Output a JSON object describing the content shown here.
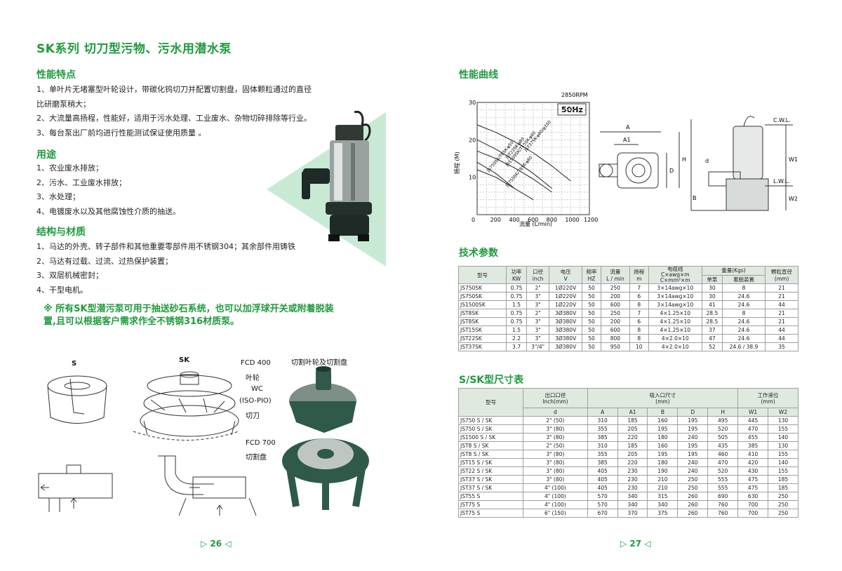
{
  "title": "SK系列  切刀型污物、污水用潜水泵",
  "features": {
    "heading": "性能特点",
    "items": [
      "1、单叶片无堵塞型叶轮设计，带碳化钨切刀并配置切割盘，固体颗粒通过的直径",
      "      比研磨泵稍大；",
      "2、大流量高扬程，性能好，适用于污水处理、工业废水、杂物切碎排除等行业。",
      "3、每台泵出厂前均进行性能测试保证使用质量  。"
    ]
  },
  "usage": {
    "heading": "用途",
    "items": [
      "1、农业废水排放；",
      "2、污水、工业废水排放；",
      "3、水处理；",
      "4、电镀废水以及其他腐蚀性介质的抽送。"
    ]
  },
  "structure": {
    "heading": "结构与材质",
    "items": [
      "1、马达的外壳、转子部件和其他重要零部件用不锈钢304；其余部件用铸铁",
      "2、马达有过载、过流、过热保护装置；",
      "3、双层机械密封；",
      "4、干型电机。"
    ]
  },
  "note": "※ 所有SK型潜污泵可用于抽送砂石系统，也可以加浮球开关或附着脱装\n    置,且可以根据客户需求作全不锈钢316材质泵。",
  "diagram_labels": {
    "s": "S",
    "sk": "SK",
    "fcd400": "FCD 400",
    "impeller": "叶轮",
    "wc": "WC",
    "isopio": "(ISO-PIO)",
    "cutter": "切刀",
    "fcd700": "FCD 700",
    "cutplate": "切割盘",
    "photo_caption": "切割叶轮及切割盘"
  },
  "page_left": "26",
  "page_right": "27",
  "curve": {
    "heading": "性能曲线",
    "rpm": "2850RPM",
    "hz": "50Hz",
    "ylabel": "扬程 (M)",
    "xlabel": "流量 (L/min)",
    "yticks": [
      "30",
      "20",
      "10"
    ],
    "xticks": [
      "0",
      "200",
      "400",
      "600",
      "800",
      "1000",
      "1200"
    ],
    "curve_labels": [
      "JST37SK-φ80/φ100",
      "JST22SK-φ80",
      "JS1500SK/T15SK-φ80",
      "JS750SK/T8SK-φ50",
      "JS750SK/T8SK-φ80"
    ]
  },
  "dims_labels": {
    "a": "A",
    "a1": "A1",
    "d": "D",
    "h": "H",
    "b": "B",
    "d_small": "d",
    "cwl": "C.W.L.",
    "lwl": "L.W.L.",
    "w1": "W1",
    "w2": "W2"
  },
  "chart_data": {
    "type": "line",
    "title": "",
    "xlabel": "流量 (L/min)",
    "ylabel": "扬程 (M)",
    "xlim": [
      0,
      1200
    ],
    "ylim": [
      0,
      30
    ],
    "series": [
      {
        "name": "JST37SK-φ80/φ100",
        "x": [
          0,
          200,
          400,
          600,
          800,
          1000
        ],
        "y": [
          24,
          22,
          19.5,
          16.5,
          13,
          9
        ]
      },
      {
        "name": "JST22SK-φ80",
        "x": [
          0,
          200,
          400,
          600,
          800
        ],
        "y": [
          20,
          17.5,
          14.5,
          11,
          7
        ]
      },
      {
        "name": "JS1500SK/T15SK-φ80",
        "x": [
          0,
          200,
          400,
          600,
          800
        ],
        "y": [
          17,
          15,
          12.5,
          9.5,
          6
        ]
      },
      {
        "name": "JS750SK/T8SK-φ50",
        "x": [
          0,
          200,
          400
        ],
        "y": [
          14,
          11,
          7
        ]
      },
      {
        "name": "JS750SK/T8SK-φ80",
        "x": [
          0,
          200,
          400,
          600
        ],
        "y": [
          12,
          10,
          7,
          4
        ]
      }
    ]
  },
  "spec": {
    "heading": "技术参数",
    "headers": [
      "型号",
      "功率\nKW",
      "口径\ninch",
      "电压\nV",
      "频率\nHZ",
      "流量\nL / min",
      "扬程\nm",
      "电缆线\nC×awg×m\nC×mm²×m",
      "重量(Kgs)",
      "颗粒直径\n(mm)"
    ],
    "weight_sub": [
      "单泵",
      "着脱装置"
    ],
    "rows": [
      [
        "JS750SK",
        "0.75",
        "2\"",
        "1Ø220V",
        "50",
        "250",
        "7",
        "3×14awg×10",
        "30",
        "8",
        "21"
      ],
      [
        "JS750SK",
        "0.75",
        "3\"",
        "1Ø220V",
        "50",
        "200",
        "6",
        "3×14awg×10",
        "30",
        "24.6",
        "21"
      ],
      [
        "JS1500SK",
        "1.5",
        "3\"",
        "1Ø220V",
        "50",
        "600",
        "8",
        "3×14awg×10",
        "41",
        "24.6",
        "44"
      ],
      [
        "JST8SK",
        "0.75",
        "2\"",
        "3Ø380V",
        "50",
        "250",
        "7",
        "4×1.25×10",
        "28.5",
        "8",
        "21"
      ],
      [
        "JST8SK",
        "0.75",
        "3\"",
        "3Ø380V",
        "50",
        "200",
        "6",
        "4×1.25×10",
        "28.5",
        "24.6",
        "21"
      ],
      [
        "JST15SK",
        "1.5",
        "3\"",
        "3Ø380V",
        "50",
        "600",
        "8",
        "4×1.25×10",
        "37",
        "24.6",
        "44"
      ],
      [
        "JST22SK",
        "2.2",
        "3\"",
        "3Ø380V",
        "50",
        "800",
        "8",
        "4×2.0×10",
        "47",
        "24.6",
        "44"
      ],
      [
        "JST37SK",
        "3.7",
        "3\"/4\"",
        "3Ø380V",
        "50",
        "950",
        "10",
        "4×2.0×10",
        "52",
        "24.6 / 38.9",
        "35"
      ]
    ]
  },
  "dims": {
    "heading": "S/SK型尺寸表",
    "h_model": "型号",
    "h_outlet": "出口口径\nInch(mm)",
    "h_inlet": "吸入口尺寸\n(mm)",
    "h_level": "工作液位\n(mm)",
    "sub": [
      "d",
      "A",
      "A1",
      "B",
      "D",
      "H",
      "W1",
      "W2"
    ],
    "rows": [
      [
        "JS750  S / SK",
        "2\" (50)",
        "310",
        "185",
        "160",
        "195",
        "495",
        "445",
        "130"
      ],
      [
        "JS750  S / SK",
        "3\" (80)",
        "355",
        "205",
        "195",
        "195",
        "520",
        "470",
        "155"
      ],
      [
        "JS1500 S / SK",
        "3\" (80)",
        "385",
        "220",
        "180",
        "240",
        "505",
        "455",
        "140"
      ],
      [
        "JST8   S / SK",
        "2\" (50)",
        "310",
        "185",
        "160",
        "195",
        "435",
        "385",
        "130"
      ],
      [
        "JST8   S / SK",
        "3\" (80)",
        "355",
        "205",
        "195",
        "195",
        "460",
        "410",
        "155"
      ],
      [
        "JST15  S / SK",
        "3\" (80)",
        "385",
        "220",
        "180",
        "240",
        "470",
        "420",
        "140"
      ],
      [
        "JST22  S / SK",
        "3\" (80)",
        "405",
        "230",
        "190",
        "240",
        "520",
        "430",
        "155"
      ],
      [
        "JST37  S / SK",
        "3\" (80)",
        "405",
        "230",
        "210",
        "250",
        "555",
        "475",
        "185"
      ],
      [
        "JST37  S / SK",
        "4\" (100)",
        "405",
        "230",
        "210",
        "250",
        "555",
        "475",
        "185"
      ],
      [
        "JST55  S",
        "4\" (100)",
        "570",
        "340",
        "315",
        "260",
        "690",
        "630",
        "250"
      ],
      [
        "JST75  S",
        "4\" (100)",
        "570",
        "340",
        "340",
        "260",
        "760",
        "700",
        "250"
      ],
      [
        "JST75  S",
        "6\" (150)",
        "670",
        "370",
        "375",
        "260",
        "760",
        "700",
        "250"
      ]
    ]
  },
  "colors": {
    "accent": "#1f9a3c",
    "header_bg": "#dfe9e0"
  }
}
